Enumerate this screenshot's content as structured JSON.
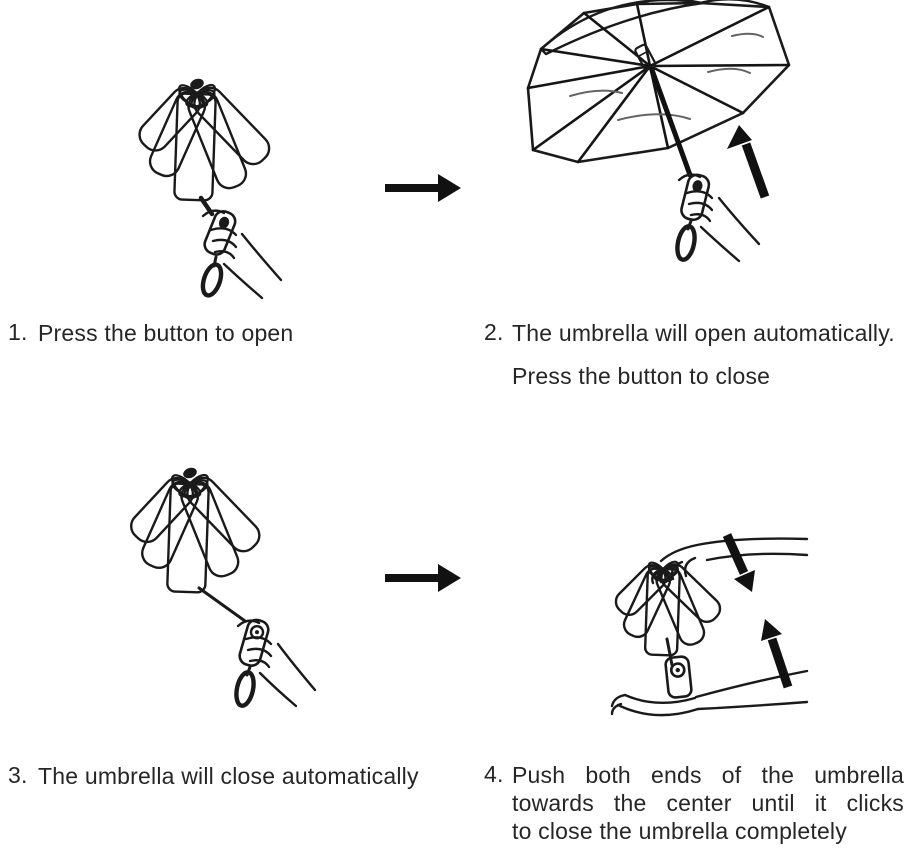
{
  "figure": {
    "kind": "umbrella-usage-instructions",
    "panels": {
      "panel1": "folded umbrella held in hand, thumb pressing button",
      "panel2": "umbrella fully open, hand holding handle, arrow pointing up",
      "panel3": "folded umbrella with extended shaft held in hand",
      "panel4": "hands pushing both ends of collapsed umbrella together, arrows pointing inward"
    }
  },
  "steps": [
    {
      "number": "1.",
      "lines": [
        "Press the button to open"
      ]
    },
    {
      "number": "2.",
      "lines": [
        "The umbrella will open automatically.",
        "Press the button to close"
      ]
    },
    {
      "number": "3.",
      "lines": [
        "The umbrella will close automatically"
      ]
    },
    {
      "number": "4.",
      "lines": [
        "Push both ends of the umbrella",
        "towards the center until it clicks",
        "to close the umbrella completely"
      ]
    }
  ],
  "colors": {
    "background": "#ffffff",
    "line": "#1a1a1a",
    "canopy": "#8a8a8a",
    "text": "#262626"
  }
}
